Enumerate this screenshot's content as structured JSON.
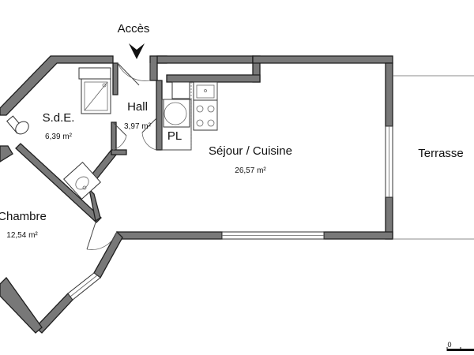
{
  "access": {
    "label": "Accès"
  },
  "rooms": [
    {
      "key": "sde",
      "name": "S.d.E.",
      "area": "6,39 m²"
    },
    {
      "key": "hall",
      "name": "Hall",
      "area": "3,97 m²"
    },
    {
      "key": "pl",
      "name": "PL"
    },
    {
      "key": "sejour",
      "name": "Séjour / Cuisine",
      "area": "26,57 m²"
    },
    {
      "key": "chambre",
      "name": "Chambre",
      "area": "12,54 m²"
    }
  ],
  "terrace": {
    "name": "Terrasse"
  },
  "scale": {
    "zero": "0"
  },
  "colors": {
    "wall_fill": "#787878",
    "wall_edge": "#1f1f1f",
    "line": "#444444"
  }
}
